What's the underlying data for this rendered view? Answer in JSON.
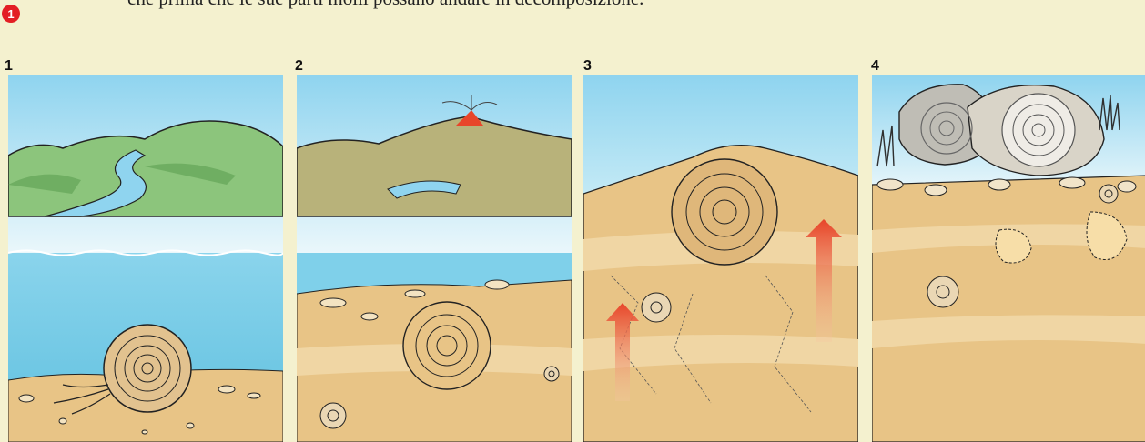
{
  "caption": "che prima che le sue parti molli possano andare in decomposizione.",
  "figure_badge": "1",
  "panels": [
    {
      "number": "1"
    },
    {
      "number": "2"
    },
    {
      "number": "3"
    },
    {
      "number": "4"
    }
  ],
  "colors": {
    "sky": "#8fd4ef",
    "water": "#7fd0ea",
    "sediment": "#e8c486",
    "sediment_band": "#f0d6a4",
    "hills": "#8cc57c",
    "ash_hills": "#b8b27a",
    "rock": "#d9d4c8",
    "arrow": "#e8452a",
    "badge": "#e31e24",
    "page": "#f4f1cf"
  }
}
